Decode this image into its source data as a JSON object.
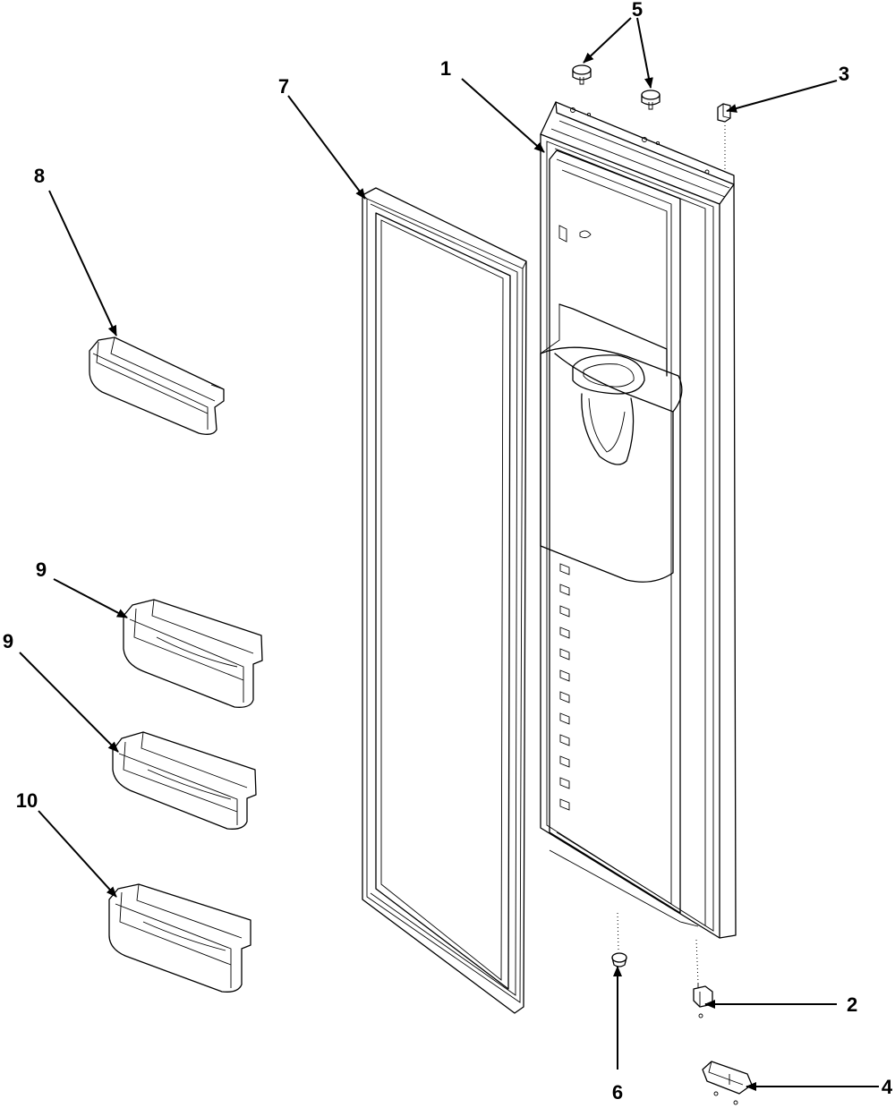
{
  "callouts": {
    "c1": "1",
    "c2": "2",
    "c3": "3",
    "c4": "4",
    "c5": "5",
    "c6": "6",
    "c7": "7",
    "c8": "8",
    "c9a": "9",
    "c9b": "9",
    "c10": "10"
  },
  "colors": {
    "line": "#000000",
    "background": "#ffffff"
  }
}
